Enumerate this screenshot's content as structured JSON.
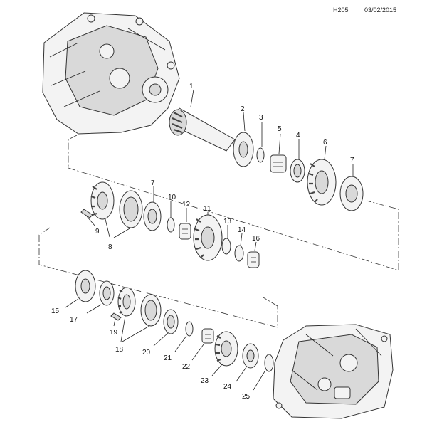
{
  "header": {
    "code": "H205",
    "date": "03/02/2015"
  },
  "callouts": {
    "c1": "1",
    "c2": "2",
    "c3": "3",
    "c4": "4",
    "c5": "5",
    "c6": "6",
    "c7a": "7",
    "c7b": "7",
    "c8": "8",
    "c9": "9",
    "c10": "10",
    "c11": "11",
    "c12": "12",
    "c13": "13",
    "c14": "14",
    "c15": "15",
    "c16": "16",
    "c17": "17",
    "c18": "18",
    "c19": "19",
    "c20": "20",
    "c21": "21",
    "c22": "22",
    "c23": "23",
    "c24": "24",
    "c25": "25"
  }
}
